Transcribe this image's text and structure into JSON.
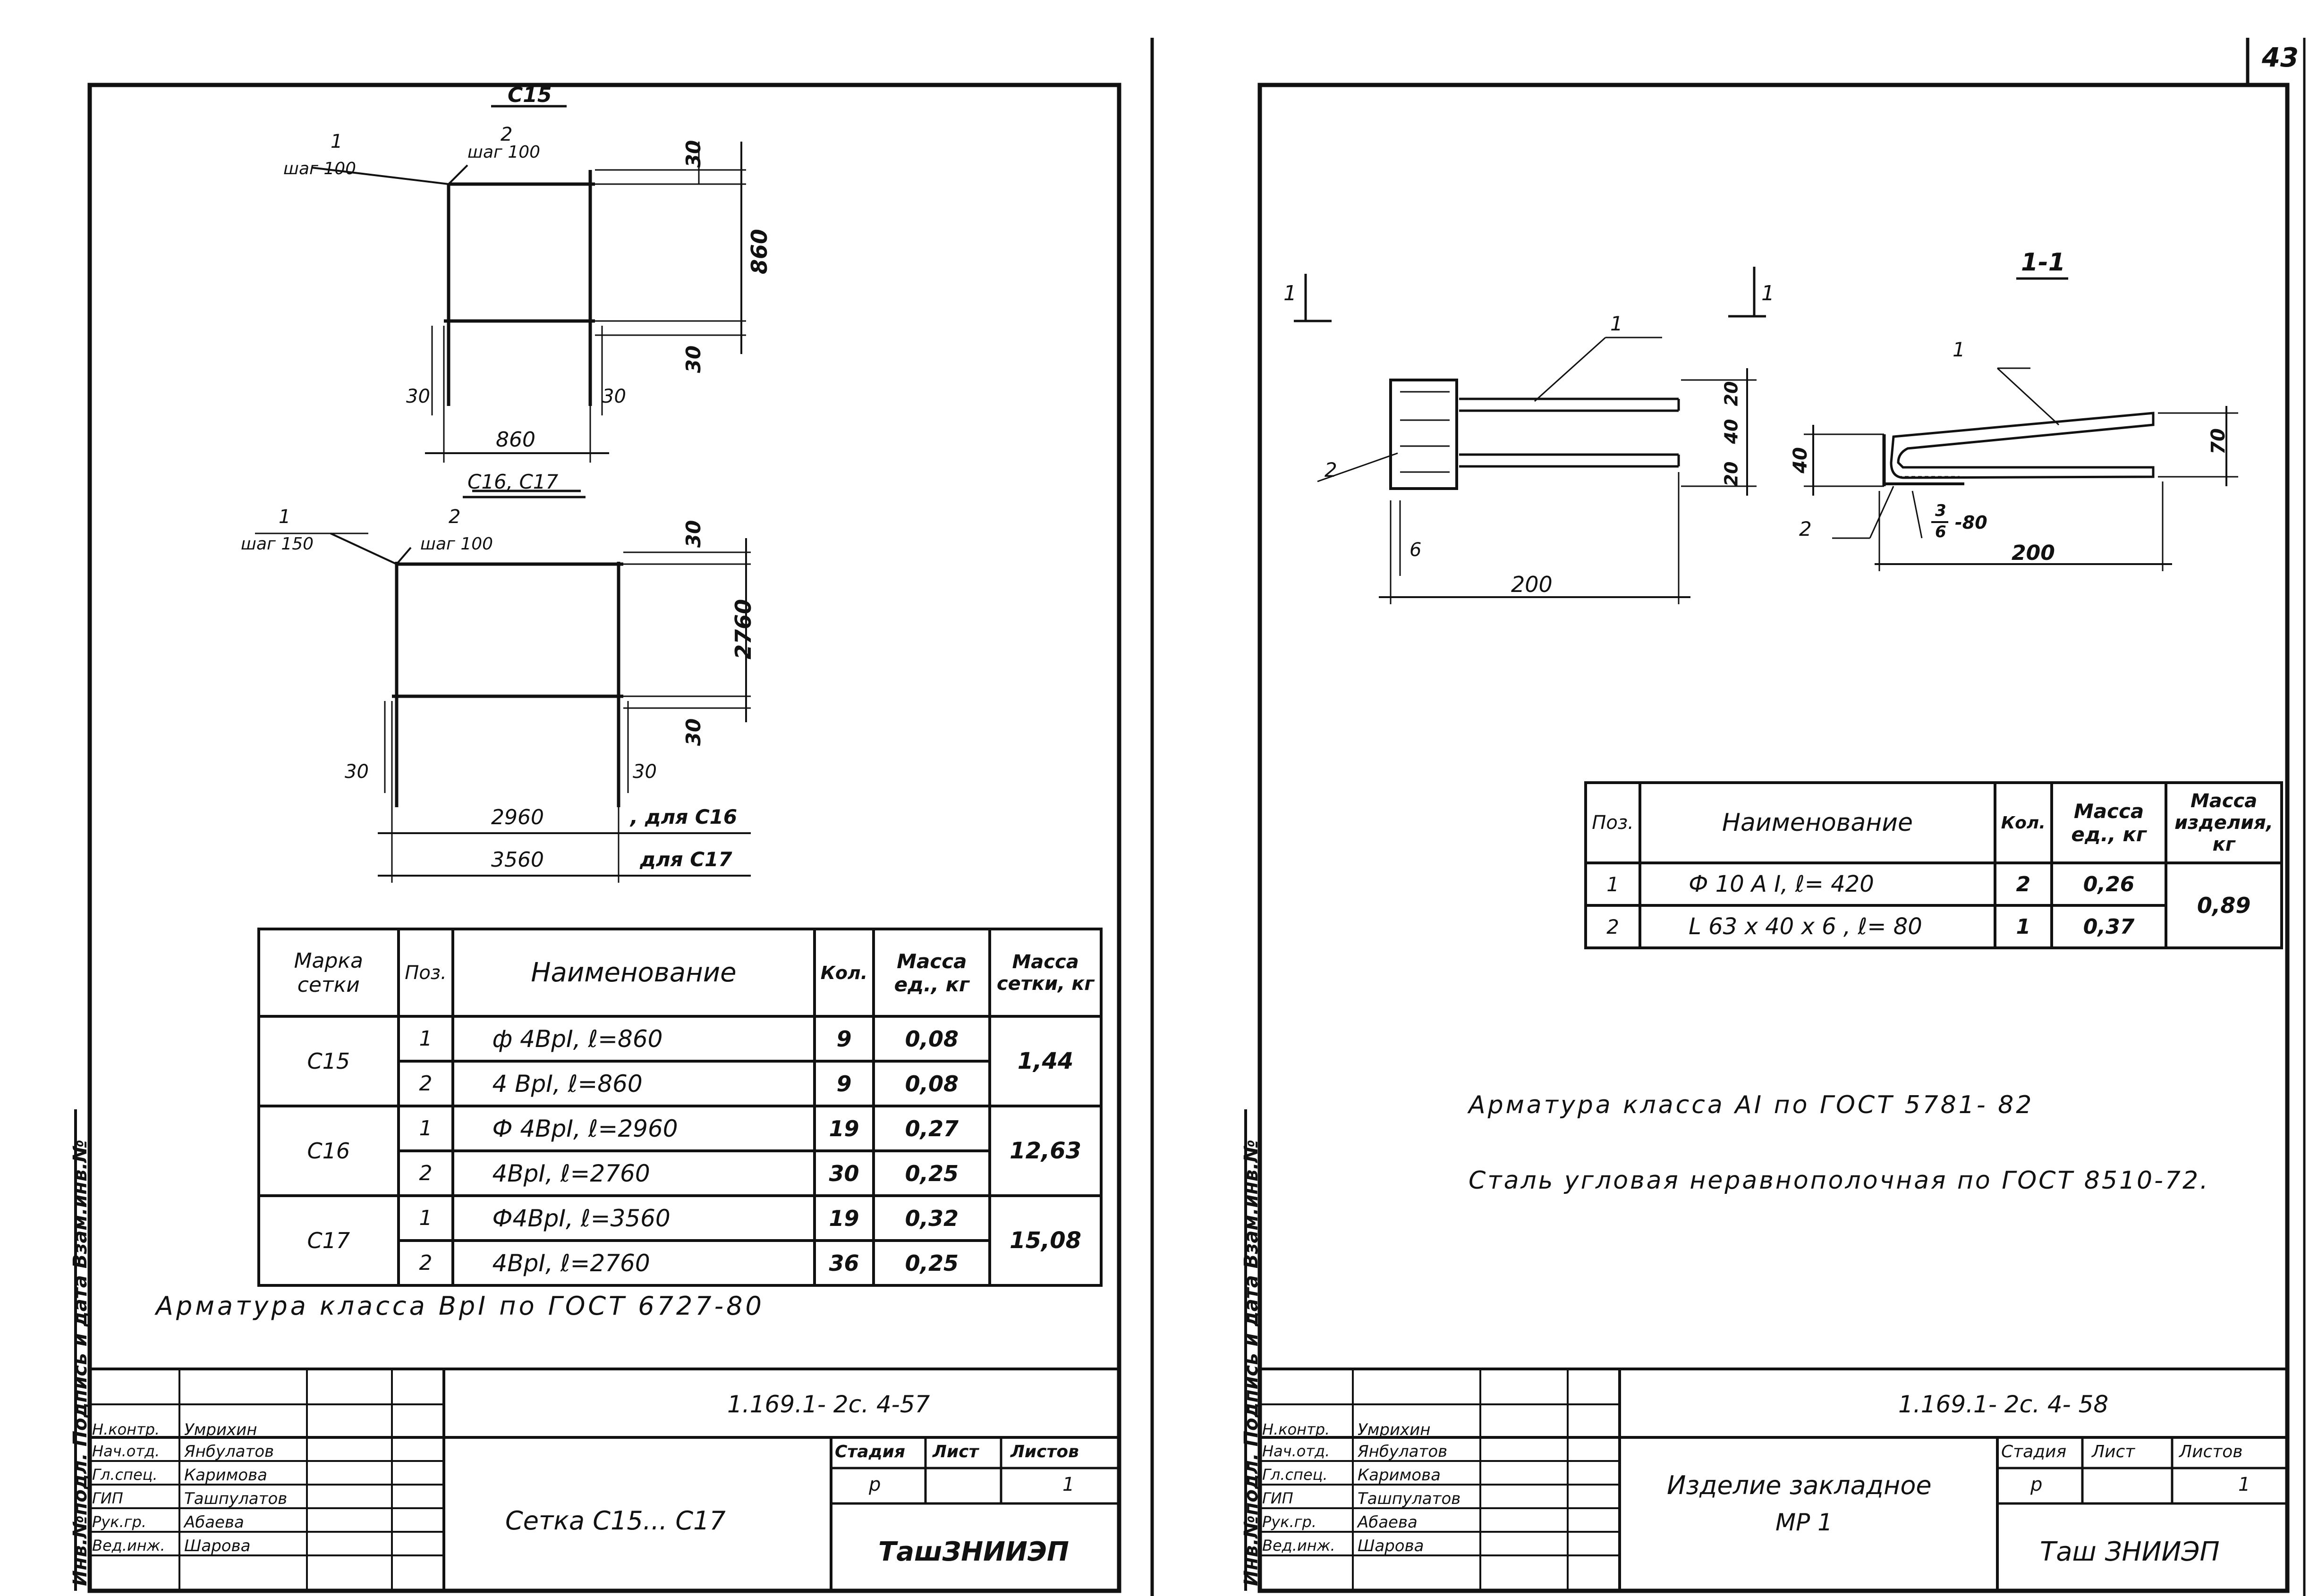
{
  "page_number": "43",
  "left": {
    "c15": {
      "title": "С15",
      "callout1": "1",
      "callout1_sub": "шаг 100",
      "callout2": "2",
      "callout2_sub": "шаг 100",
      "dim_top": "30",
      "dim_height": "860",
      "dim_bottom": "30",
      "dim_left_ext": "30",
      "dim_right_ext": "30",
      "dim_width": "860"
    },
    "c16": {
      "title": "С16, С17",
      "callout1": "1",
      "callout1_sub": "шаг 150",
      "callout2": "2",
      "callout2_sub": "шаг 100",
      "dim_top": "30",
      "dim_height": "2760",
      "dim_bottom": "30",
      "dim_left_ext": "30",
      "dim_right_ext": "30",
      "dim_width1": "2960",
      "dim_width1_note": ", для С16",
      "dim_width2": "3560",
      "dim_width2_note": "для С17"
    },
    "table": {
      "headers": [
        "Марка сетки",
        "Поз.",
        "Наименование",
        "Кол.",
        "Масса ед., кг",
        "Масса сетки, кг"
      ],
      "groups": [
        {
          "mark": "С15",
          "total": "1,44",
          "rows": [
            {
              "pos": "1",
              "name": "ф 4ВрI, ℓ=860",
              "qty": "9",
              "mass": "0,08"
            },
            {
              "pos": "2",
              "name": "4 ВрI, ℓ=860",
              "qty": "9",
              "mass": "0,08"
            }
          ]
        },
        {
          "mark": "С16",
          "total": "12,63",
          "rows": [
            {
              "pos": "1",
              "name": "Ф 4ВрI, ℓ=2960",
              "qty": "19",
              "mass": "0,27"
            },
            {
              "pos": "2",
              "name": "4ВрI, ℓ=2760",
              "qty": "30",
              "mass": "0,25"
            }
          ]
        },
        {
          "mark": "С17",
          "total": "15,08",
          "rows": [
            {
              "pos": "1",
              "name": "Ф4ВрI, ℓ=3560",
              "qty": "19",
              "mass": "0,32"
            },
            {
              "pos": "2",
              "name": "4ВрI, ℓ=2760",
              "qty": "36",
              "mass": "0,25"
            }
          ]
        }
      ]
    },
    "note": "Арматура класса ВрI по ГОСТ 6727-80",
    "title_block": {
      "code": "1.169.1- 2с. 4-57",
      "name": "Сетка С15... С17",
      "stage_label": "Стадия",
      "sheet_label": "Лист",
      "sheets_label": "Листов",
      "stage": "р",
      "sheet": "",
      "sheets": "1",
      "org": "ТашЗНИИЭП",
      "people": [
        {
          "role": "Н.контр.",
          "name": "Умрихин"
        },
        {
          "role": "Нач.отд.",
          "name": "Янбулатов"
        },
        {
          "role": "Гл.спец.",
          "name": "Каримова"
        },
        {
          "role": "ГИП",
          "name": "Ташпулатов"
        },
        {
          "role": "Рук.гр.",
          "name": "Абаева"
        },
        {
          "role": "Вед.инж.",
          "name": "Шарова"
        }
      ]
    },
    "side_strip": "Инв.№подл. Подпись и дата Взам.инв.№"
  },
  "right": {
    "section_mark": "1",
    "section_title": "1-1",
    "plan": {
      "callout1": "1",
      "callout2": "2",
      "dim_20a": "20",
      "dim_40": "40",
      "dim_20b": "20",
      "dim_6": "6",
      "dim_200": "200"
    },
    "section": {
      "callout1": "1",
      "callout2": "2",
      "dim_40": "40",
      "dim_70": "70",
      "dim_200": "200",
      "weld_num": "3",
      "weld_den": "6",
      "weld_len": "-80"
    },
    "table": {
      "headers": [
        "Поз.",
        "Наименование",
        "Кол.",
        "Масса ед., кг",
        "Масса изделия, кг"
      ],
      "rows": [
        {
          "pos": "1",
          "name": "Ф 10 А I, ℓ= 420",
          "qty": "2",
          "mass": "0,26"
        },
        {
          "pos": "2",
          "name": "L 63 x 40 x 6 , ℓ= 80",
          "qty": "1",
          "mass": "0,37"
        }
      ],
      "total": "0,89"
    },
    "note1": "Арматура класса АI по ГОСТ 5781- 82",
    "note2": "Сталь угловая неравнополочная по ГОСТ 8510-72.",
    "title_block": {
      "code": "1.169.1- 2с. 4- 58",
      "name1": "Изделие закладное",
      "name2": "МР 1",
      "stage_label": "Стадия",
      "sheet_label": "Лист",
      "sheets_label": "Листов",
      "stage": "р",
      "sheet": "",
      "sheets": "1",
      "org": "Таш ЗНИИЭП",
      "people": [
        {
          "role": "Н.контр.",
          "name": "Умрихин"
        },
        {
          "role": "Нач.отд.",
          "name": "Янбулатов"
        },
        {
          "role": "Гл.спец.",
          "name": "Каримова"
        },
        {
          "role": "ГИП",
          "name": "Ташпулатов"
        },
        {
          "role": "Рук.гр.",
          "name": "Абаева"
        },
        {
          "role": "Вед.инж.",
          "name": "Шарова"
        }
      ]
    },
    "side_strip": "Инв.№подл. Подпись и дата Взам.инв.№"
  }
}
